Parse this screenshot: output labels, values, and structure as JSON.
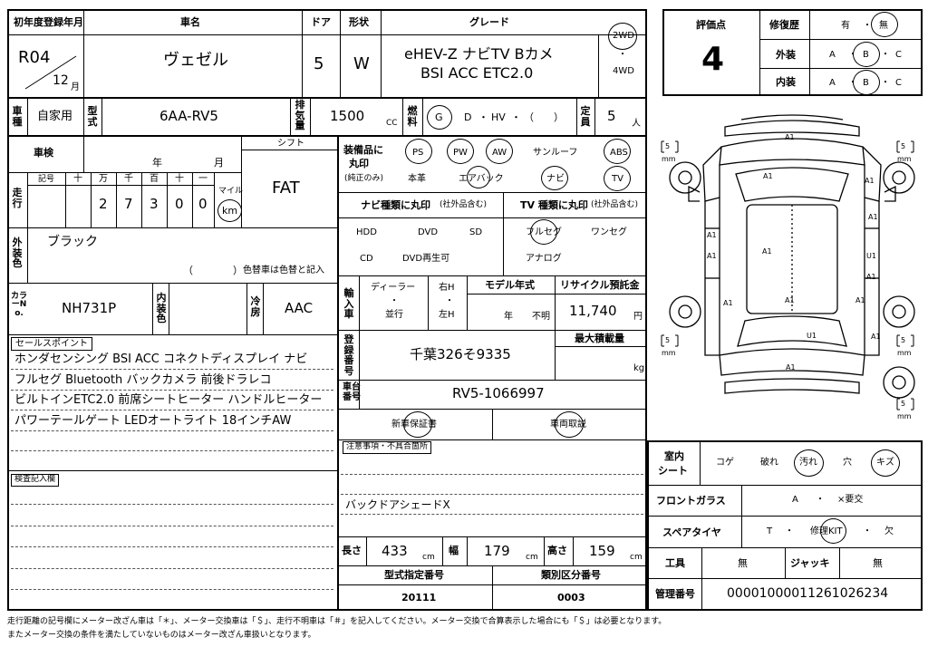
{
  "header": {
    "first_reg_label": "初年度登録年月",
    "first_reg_era": "R04",
    "first_reg_month": "12",
    "month_unit": "月",
    "car_name_label": "車名",
    "car_name": "ヴェゼル",
    "door_label": "ドア",
    "doors": "5",
    "shape_label": "形状",
    "shape": "W",
    "grade_label": "グレード",
    "grade_line1": "eHEV-Z ナビTV Bカメ",
    "grade_line2": "BSI ACC ETC2.0",
    "drive_opt1": "2WD",
    "drive_dot": "・",
    "drive_opt2": "4WD"
  },
  "evaluation": {
    "score_label": "評価点",
    "score": "4",
    "repair_label": "修復歴",
    "repair_yes": "有",
    "dot": "・",
    "repair_no": "無",
    "exterior_label": "外装",
    "interior_label": "内装",
    "grade_a": "A",
    "grade_b": "B",
    "grade_c": "C"
  },
  "row2": {
    "usage_label": "車種",
    "usage": "自家用",
    "model_label": "型式",
    "model": "6AA-RV5",
    "displacement_label": "排気量",
    "displacement": "1500",
    "displacement_unit": "CC",
    "fuel_label": "燃料",
    "fuel_g": "G",
    "fuel_d": "D",
    "fuel_hv": "HV",
    "fuel_paren": "（　　）",
    "fuel_dot": "・",
    "capacity_label": "定員",
    "capacity": "5",
    "capacity_unit": "人"
  },
  "inspection": {
    "label": "車検",
    "year": "年",
    "month": "月",
    "shift_label": "シフト",
    "shift": "FAT"
  },
  "mileage": {
    "label": "走行",
    "symbol_label": "記号",
    "place_headers": [
      "十",
      "万",
      "千",
      "百",
      "十",
      "一"
    ],
    "digits": [
      "2",
      "7",
      "3",
      "0",
      "0"
    ],
    "unit_label": "マイル",
    "unit": "km"
  },
  "color": {
    "exterior_label": "外装色",
    "exterior": "ブラック",
    "paren": "（　　　　）",
    "note": "色替車は色替と記入",
    "code_label": "カラーNo.",
    "code": "NH731P",
    "interior_label": "内装色",
    "interior": "",
    "ac_label": "冷房",
    "ac": "AAC"
  },
  "sales_points": {
    "label": "セールスポイント",
    "lines": [
      "ホンダセンシング BSI ACC コネクトディスプレイ ナビ",
      "フルセグ Bluetooth バックカメラ 前後ドラレコ",
      "ビルトインETC2.0 前席シートヒーター ハンドルヒーター",
      "パワーテールゲート LEDオートライト 18インチAW"
    ]
  },
  "inspector": {
    "label": "検査記入欄"
  },
  "equipment": {
    "label1": "装備品に",
    "label2": "丸印",
    "label3": "(純正のみ)",
    "items": [
      "PS",
      "PW",
      "AW",
      "サンルーフ",
      "ABS",
      "本革",
      "エアバック",
      "ナビ",
      "TV"
    ]
  },
  "navi": {
    "label": "ナビ種類に丸印",
    "sub": "(社外品含む)",
    "items": [
      "HDD",
      "DVD",
      "SD",
      "CD",
      "DVD再生可"
    ]
  },
  "tv": {
    "label": "TV 種類に丸印",
    "sub": "(社外品含む)",
    "items": [
      "フルセグ",
      "ワンセグ",
      "アナログ"
    ]
  },
  "import": {
    "label": "輸入車",
    "dealer": "ディーラー",
    "dot": "・",
    "parallel": "並行",
    "right": "右H",
    "left": "左H",
    "model_year_label": "モデル年式",
    "year": "年",
    "unknown": "不明",
    "recycle_label": "リサイクル預託金",
    "recycle": "11,740",
    "recycle_unit": "円"
  },
  "registration": {
    "label": "登録番号",
    "number": "千葉326そ9335",
    "load_label": "最大積載量",
    "load_unit": "kg"
  },
  "chassis": {
    "label": "車台番号",
    "number": "RV5-1066997"
  },
  "warranty": {
    "new_car": "新車保証書",
    "manual": "車両取説"
  },
  "notes": {
    "label": "注意事項・不具合箇所",
    "text": "バックドアシェードX"
  },
  "dimensions": {
    "length_label": "長さ",
    "length": "433",
    "width_label": "幅",
    "width": "179",
    "height_label": "高さ",
    "height": "159",
    "unit": "cm"
  },
  "codes": {
    "type_label": "型式指定番号",
    "type_code": "20111",
    "class_label": "類別区分番号",
    "class_code": "0003"
  },
  "interior_cond": {
    "label": "室内シート",
    "items": [
      "コゲ",
      "破れ",
      "汚れ",
      "穴",
      "キズ"
    ]
  },
  "glass": {
    "label": "フロントガラス",
    "a": "A",
    "dot": "・",
    "needs": "×要交"
  },
  "spare": {
    "label": "スペアタイヤ",
    "t": "T",
    "dot": "・",
    "kit": "修理KIT",
    "missing": "欠"
  },
  "tools": {
    "label": "工具",
    "value": "無",
    "jack_label": "ジャッキ",
    "jack_value": "無"
  },
  "mgmt": {
    "label": "管理番号",
    "number": "00001000011261026234"
  },
  "diagram": {
    "marks": [
      "A1",
      "A1",
      "A1",
      "A1",
      "A1",
      "A1",
      "A1",
      "A1",
      "U1",
      "A1",
      "A1",
      "A1",
      "U1",
      "A1",
      "A1"
    ],
    "tread_values": [
      "5",
      "5",
      "5",
      "5",
      "5"
    ],
    "tread_unit": "mm"
  },
  "footer": {
    "line1": "走行距離の記号欄にメーター改ざん車は「＊」、メーター交換車は「＄」、走行不明車は「＃」を記入してください。メーター交換で合算表示した場合にも「＄」は必要となります。",
    "line2": "またメーター交換の条件を満たしていないものはメーター改ざん車扱いとなります。"
  }
}
